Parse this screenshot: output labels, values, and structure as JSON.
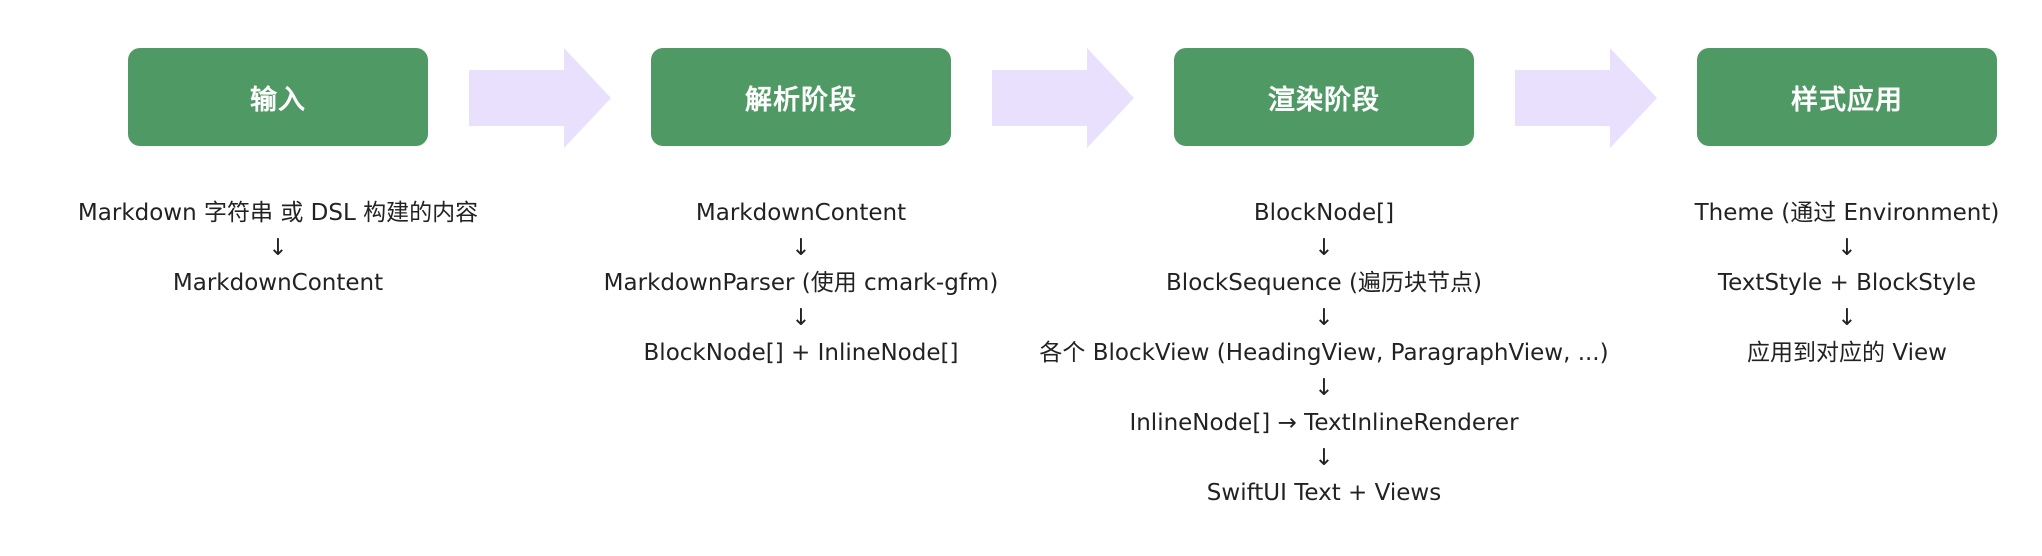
{
  "colors": {
    "stage_fill": "#4f9a64",
    "stage_text": "#ffffff",
    "arrow_fill": "#e8e0fc",
    "body_text": "#222222"
  },
  "down_arrow": "↓",
  "stages": [
    {
      "title": "输入",
      "steps": [
        "Markdown 字符串 或 DSL 构建的内容",
        "MarkdownContent"
      ]
    },
    {
      "title": "解析阶段",
      "steps": [
        "MarkdownContent",
        "MarkdownParser (使用 cmark-gfm)",
        "BlockNode[] + InlineNode[]"
      ]
    },
    {
      "title": "渲染阶段",
      "steps": [
        "BlockNode[]",
        "BlockSequence (遍历块节点)",
        "各个 BlockView (HeadingView, ParagraphView, ...)",
        "InlineNode[] → TextInlineRenderer",
        "SwiftUI Text + Views"
      ]
    },
    {
      "title": "样式应用",
      "steps": [
        "Theme (通过 Environment)",
        "TextStyle + BlockStyle",
        "应用到对应的 View"
      ]
    }
  ]
}
